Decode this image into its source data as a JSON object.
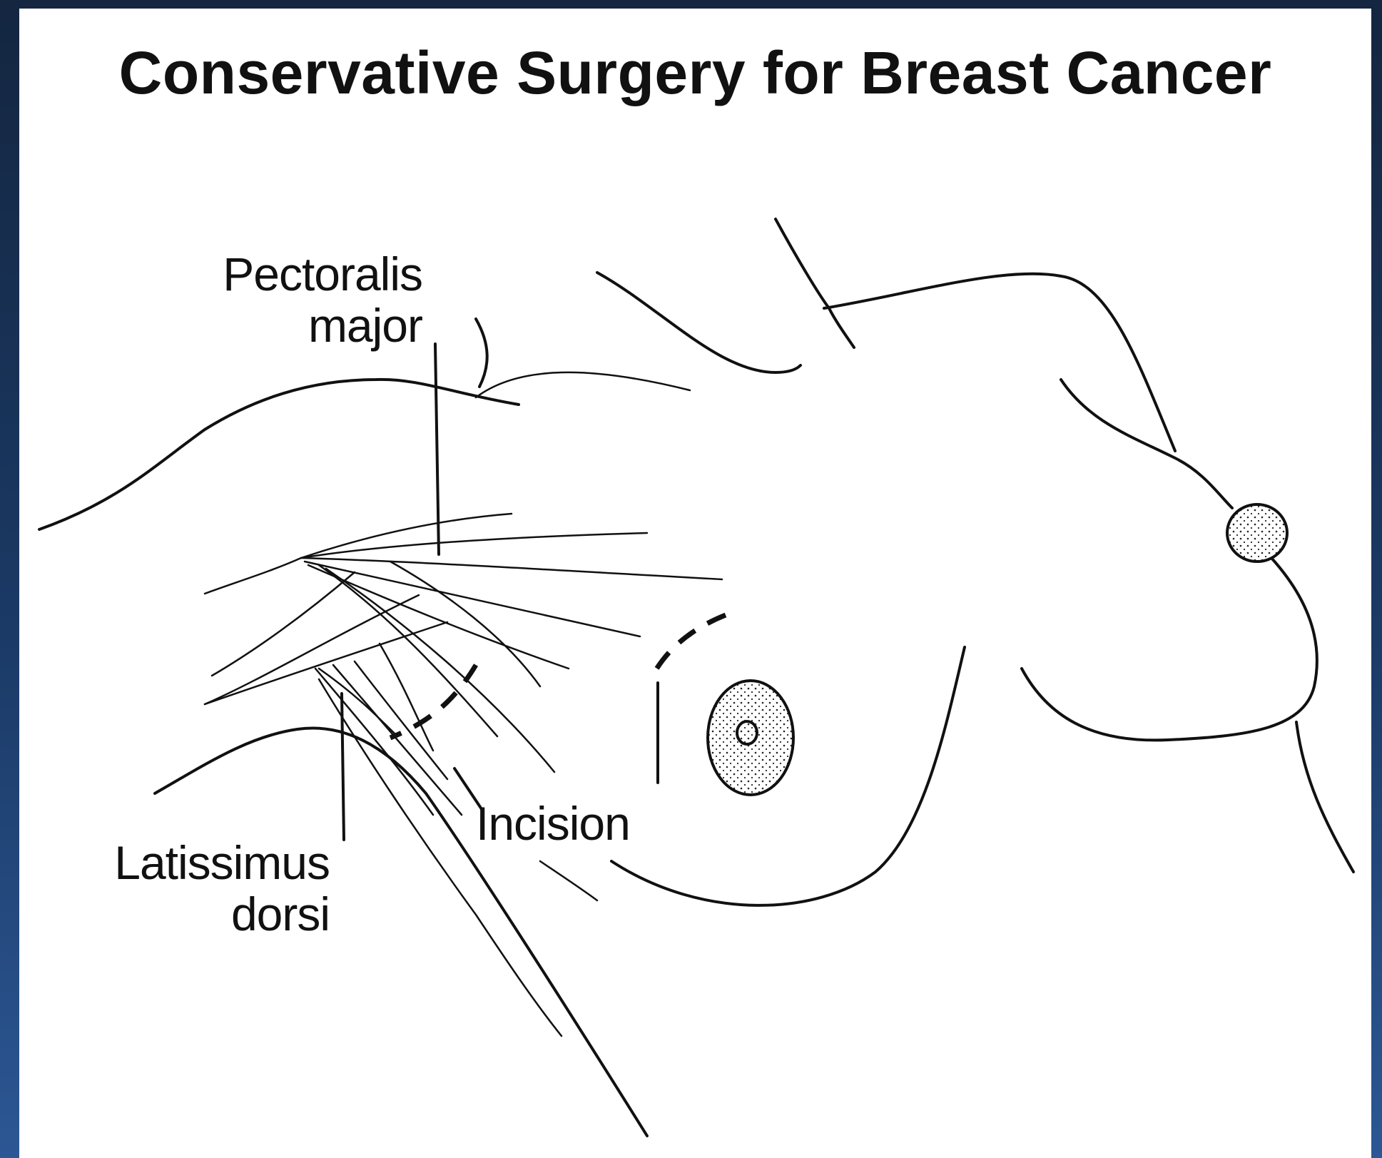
{
  "title": "Conservative Surgery for Breast Cancer",
  "labels": {
    "pectoralis_line1": "Pectoralis",
    "pectoralis_line2": "major",
    "latissimus_line1": "Latissimus",
    "latissimus_line2": "dorsi",
    "incision": "Incision"
  },
  "colors": {
    "background": "#1b3a66",
    "panel": "#ffffff",
    "ink": "#111111"
  }
}
